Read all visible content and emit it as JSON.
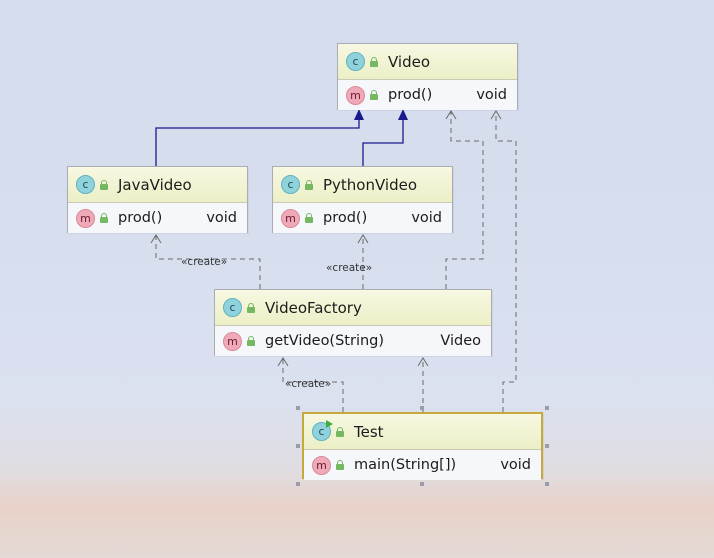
{
  "diagram": {
    "classes": [
      {
        "id": "video",
        "name": "Video",
        "method": "prod()",
        "return_type": "void"
      },
      {
        "id": "javavideo",
        "name": "JavaVideo",
        "method": "prod()",
        "return_type": "void"
      },
      {
        "id": "pythonvideo",
        "name": "PythonVideo",
        "method": "prod()",
        "return_type": "void"
      },
      {
        "id": "videofactory",
        "name": "VideoFactory",
        "method": "getVideo(String)",
        "return_type": "Video"
      },
      {
        "id": "test",
        "name": "Test",
        "method": "main(String[])",
        "return_type": "void"
      }
    ],
    "class_badge": "c",
    "method_badge": "m",
    "stereotypes": {
      "create_java": "«create»",
      "create_python": "«create»",
      "create_factory": "«create»"
    },
    "relations": [
      {
        "from": "javavideo",
        "to": "video",
        "kind": "inheritance"
      },
      {
        "from": "pythonvideo",
        "to": "video",
        "kind": "inheritance"
      },
      {
        "from": "videofactory",
        "to": "javavideo",
        "kind": "create"
      },
      {
        "from": "videofactory",
        "to": "pythonvideo",
        "kind": "create"
      },
      {
        "from": "videofactory",
        "to": "video",
        "kind": "dependency"
      },
      {
        "from": "test",
        "to": "videofactory",
        "kind": "create"
      },
      {
        "from": "test",
        "to": "videofactory",
        "kind": "dependency"
      },
      {
        "from": "test",
        "to": "video",
        "kind": "dependency"
      }
    ],
    "colors": {
      "inheritance": "#1a1a8c",
      "dependency": "#6a6a6a",
      "selection": "#c7a93b"
    }
  }
}
